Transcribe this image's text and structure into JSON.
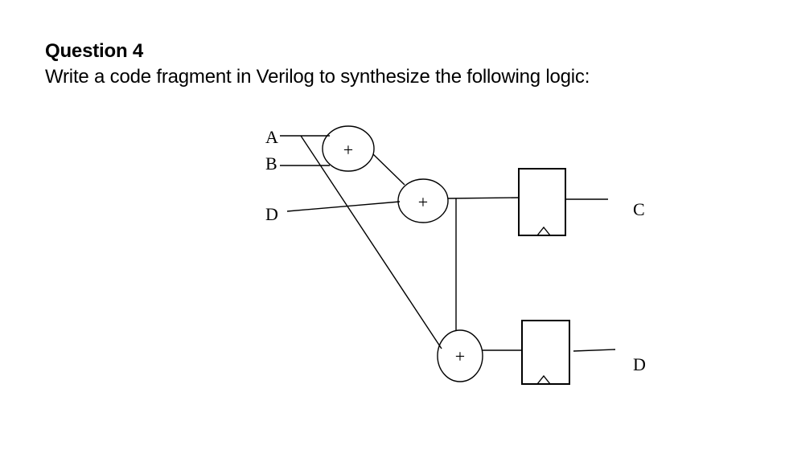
{
  "question": {
    "title": "Question 4",
    "prompt": "Write a code fragment in Verilog to synthesize the following logic:"
  },
  "diagram": {
    "inputs": [
      "A",
      "B",
      "D"
    ],
    "adder_symbol": "+",
    "outputs": [
      "C",
      "D"
    ],
    "components": {
      "adders": 3,
      "flip_flops": 2
    }
  }
}
